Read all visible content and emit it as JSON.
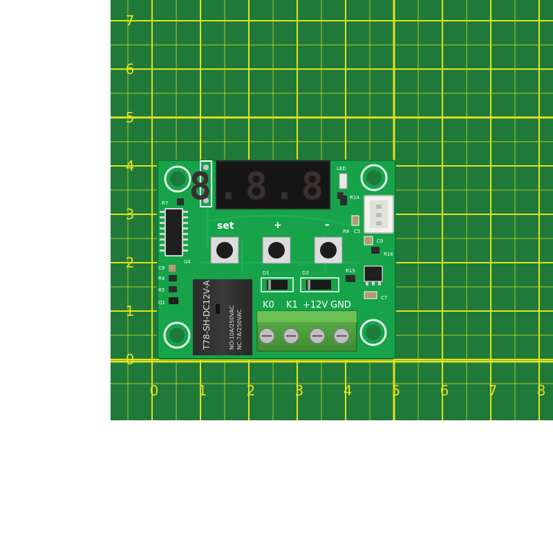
{
  "mat": {
    "background": "#1f7a3a",
    "line_color": "#e3e21c",
    "x_ticks": [
      "0",
      "1",
      "2",
      "3",
      "4",
      "5",
      "6",
      "7",
      "8"
    ],
    "y_ticks": [
      "0",
      "1",
      "2",
      "3",
      "4",
      "5",
      "6",
      "7"
    ]
  },
  "board": {
    "pcb_color": "#15a34a",
    "silk_color": "#ffffff",
    "display_digits": "8.8.8.",
    "buttons": {
      "set": "set",
      "plus": "+",
      "minus": "-"
    },
    "terminals": [
      "K0",
      "K1",
      "+12V",
      "GND"
    ],
    "relay_model": "T78-SH-DC12V-A",
    "relay_rating_no": "NO:10A/250VAC",
    "relay_rating_nc": "NC:7A/250VAC",
    "refs": {
      "r7": "R7",
      "u4": "U4",
      "c8": "C8",
      "r4": "R4",
      "r5": "R5",
      "q1": "Q1",
      "d1": "D1",
      "d2": "D2",
      "led": "LED",
      "r14": "R14",
      "c5": "C5",
      "r8": "R8",
      "c9": "C9",
      "r16": "R16",
      "r15": "R15",
      "c7": "C7"
    }
  }
}
